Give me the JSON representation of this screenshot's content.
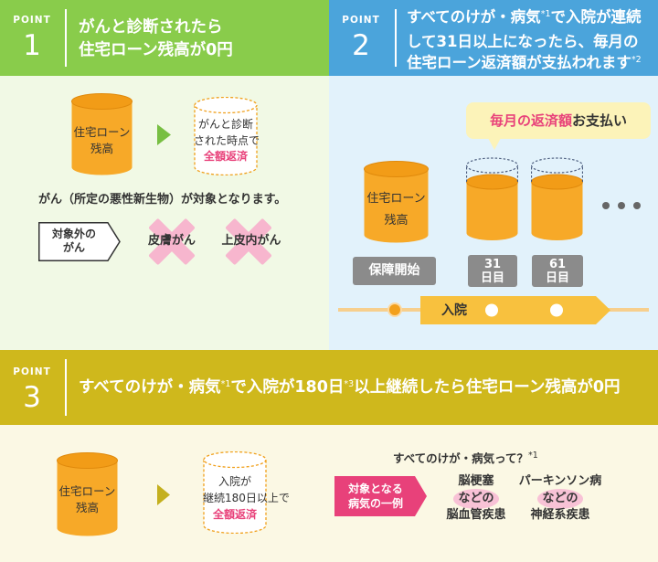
{
  "colors": {
    "point1": "#89cc4b",
    "point2": "#4ba4db",
    "point3": "#cfb81c",
    "panel1_bg": "#f1f9e5",
    "panel2_bg": "#e2f2fb",
    "panel3_bg": "#fbf8e4",
    "orange": "#f7a928",
    "orange_top": "#f29c17",
    "highlight_pink": "#e8417a",
    "label_gray": "#8b8b8b",
    "hospital_bar": "#f8c13e",
    "timeline": "#f7cf8d",
    "cross_pink": "#f7b6ce",
    "bubble_bg": "#fcf3b9",
    "example_blob": "#f8c2d6",
    "arrow1": "#78bf42",
    "arrow3": "#c4b01e"
  },
  "point1": {
    "label": "POINT",
    "number": "1",
    "title_lines": [
      "がんと診断されたら",
      "住宅ローン残高が0円"
    ],
    "loan_cylinder": [
      "住宅ローン",
      "残高"
    ],
    "result_lines": [
      "がんと診断",
      "された時点で"
    ],
    "result_highlight": "全額返済",
    "note": "がん（所定の悪性新生物）が対象となります。",
    "excluded_tag": [
      "対象外の",
      "がん"
    ],
    "excluded_items": [
      "皮膚がん",
      "上皮内がん"
    ]
  },
  "point2": {
    "label": "POINT",
    "number": "2",
    "title": {
      "line1": "すべてのけが・病気",
      "line1_note": "*1",
      "line1_end": "で入院が連続",
      "line2": "して31日以上になったら、毎月の",
      "line3": "住宅ローン返済額が支払われます",
      "line3_note": "*2"
    },
    "bubble": {
      "highlight": "毎月の返済額",
      "text": "お支払い"
    },
    "loan_cylinder": [
      "住宅ローン",
      "残高"
    ],
    "start_label": "保障開始",
    "day_markers": [
      [
        "31",
        "日目"
      ],
      [
        "61",
        "日目"
      ]
    ],
    "hospital_label": "入院"
  },
  "point3": {
    "label": "POINT",
    "number": "3",
    "title": {
      "part1": "すべてのけが・病気",
      "note1": "*1",
      "part2": "で入院が180日",
      "note2": "*3",
      "part3": "以上継続したら住宅ローン残高が0円"
    },
    "loan_cylinder": [
      "住宅ローン",
      "残高"
    ],
    "result_lines": [
      "入院が",
      "継続180日以上で"
    ],
    "result_highlight": "全額返済",
    "question": "すべてのけが・病気って？",
    "question_note": "*1",
    "example_tag": [
      "対象となる",
      "病気の一例"
    ],
    "examples": [
      {
        "name": "脳梗塞",
        "connector": "などの",
        "category": "脳血管疾患"
      },
      {
        "name": "パーキンソン病",
        "connector": "などの",
        "category": "神経系疾患"
      }
    ]
  }
}
